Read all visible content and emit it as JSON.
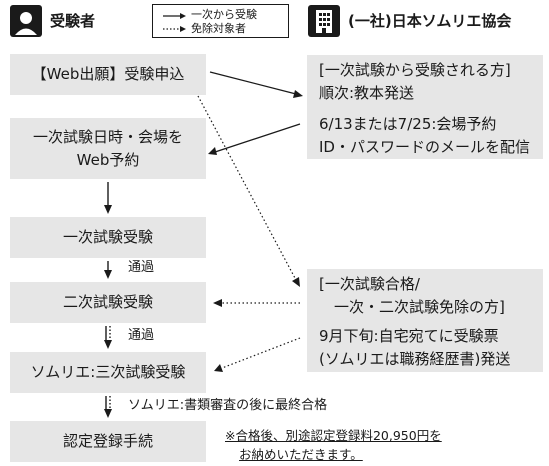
{
  "header": {
    "left_title": "受験者",
    "right_title": "(一社)日本ソムリエ協会",
    "left_icon": "person-icon",
    "right_icon": "building-icon"
  },
  "legend": {
    "solid_label": "一次から受験",
    "dotted_label": "免除対象者"
  },
  "left_steps": [
    {
      "lines": [
        "【Web出願】受験申込"
      ]
    },
    {
      "lines": [
        "一次試験日時・会場を",
        "Web予約"
      ]
    },
    {
      "lines": [
        "一次試験受験"
      ]
    },
    {
      "lines": [
        "二次試験受験"
      ]
    },
    {
      "lines": [
        "ソムリエ:三次試験受験"
      ]
    },
    {
      "lines": [
        "認定登録手続"
      ]
    }
  ],
  "transitions": [
    {
      "label": "通過"
    },
    {
      "label": "通過"
    },
    {
      "label": "ソムリエ:書類審査の後に最終合格"
    }
  ],
  "right_panels": [
    {
      "lines": [
        "[一次試験から受験される方]",
        "順次:教本発送",
        "6/13または7/25:会場予約",
        "ID・パスワードのメールを配信"
      ]
    },
    {
      "lines": [
        "[一次試験合格/",
        "　一次・二次試験免除の方]",
        "9月下旬:自宅宛てに受験票",
        "(ソムリエは職務経歴書)発送"
      ]
    }
  ],
  "footnote": {
    "line1": "※合格後、別途認定登録料20,950円を",
    "line2": "お納めいただきます。"
  }
}
